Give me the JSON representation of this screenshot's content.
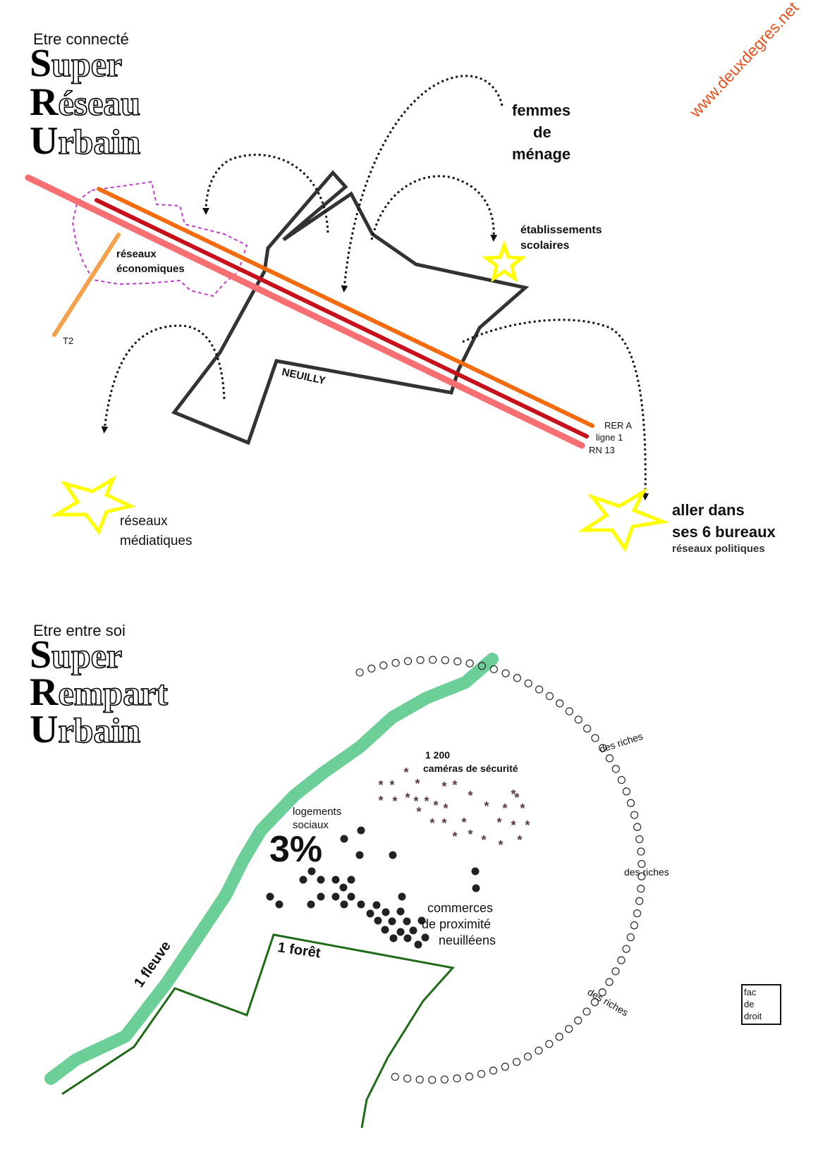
{
  "website": "www.deuxdegres.net",
  "colors": {
    "rn13": "#f76f72",
    "rer_a": "#f26b0e",
    "ligne_1": "#c8101b",
    "t2": "#f7a04a",
    "star": "#ffff00",
    "fleuve": "#6dcf98",
    "foret": "#1f6b1a",
    "economic_zone": "#c040c8",
    "camera": "#5a3a3a"
  },
  "section1": {
    "subtitle": "Etre connecté",
    "title_lines": [
      {
        "initial": "S",
        "rest": "uper"
      },
      {
        "initial": "R",
        "rest": "éseau"
      },
      {
        "initial": "U",
        "rest": "rbain"
      }
    ],
    "labels": {
      "femmes": "femmes",
      "de": "de",
      "menage": "ménage",
      "etab1": "établissements",
      "etab2": "scolaires",
      "reseaux_eco1": "réseaux",
      "reseaux_eco2": "économiques",
      "t2": "T2",
      "neuilly": "NEUILLY",
      "rer_a": "RER A",
      "ligne1": "ligne 1",
      "rn13": "RN 13",
      "media1": "réseaux",
      "media2": "médiatiques",
      "bureaux1": "aller dans",
      "bureaux2": "ses 6 bureaux",
      "politiques": "réseaux politiques"
    }
  },
  "section2": {
    "subtitle": "Etre entre soi",
    "title_lines": [
      {
        "initial": "S",
        "rest": "uper"
      },
      {
        "initial": "R",
        "rest": "empart"
      },
      {
        "initial": "U",
        "rest": "rbain"
      }
    ],
    "labels": {
      "cam1": "1 200",
      "cam2": "caméras de sécurité",
      "log1": "logements",
      "log2": "sociaux",
      "pct": "3%",
      "com1": "commerces",
      "com2": "de proximité",
      "com3": "neuilléens",
      "riches1": "des riches",
      "riches2": "des riches",
      "riches3": "des riches",
      "fleuve": "1 fleuve",
      "foret": "1 forêt",
      "fac1": "fac",
      "fac2": "de",
      "fac3": "droit"
    }
  }
}
